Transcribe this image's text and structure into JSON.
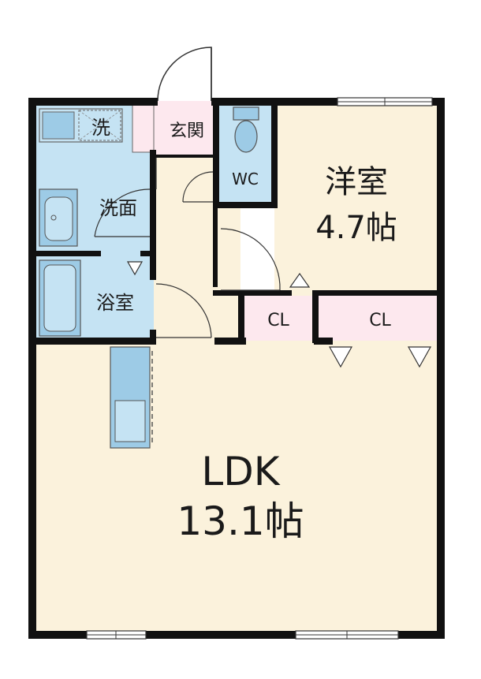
{
  "rooms": {
    "western": {
      "name": "洋室",
      "size": "4.7帖"
    },
    "ldk": {
      "name": "LDK",
      "size": "13.1帖"
    },
    "entrance": {
      "name": "玄関"
    },
    "wc": {
      "name": "WC"
    },
    "washroom": {
      "name": "洗面"
    },
    "bath": {
      "name": "浴室"
    },
    "laundry": {
      "name": "洗"
    },
    "closet_small": {
      "name": "CL"
    },
    "closet_large": {
      "name": "CL"
    }
  },
  "colors": {
    "wall": "#111111",
    "living_floor": "#fbf2dc",
    "water_area": "#c5e3f3",
    "entrance_floor": "#fde8ee",
    "closet": "#fde8ee",
    "fixture": "#9dcbe6"
  }
}
